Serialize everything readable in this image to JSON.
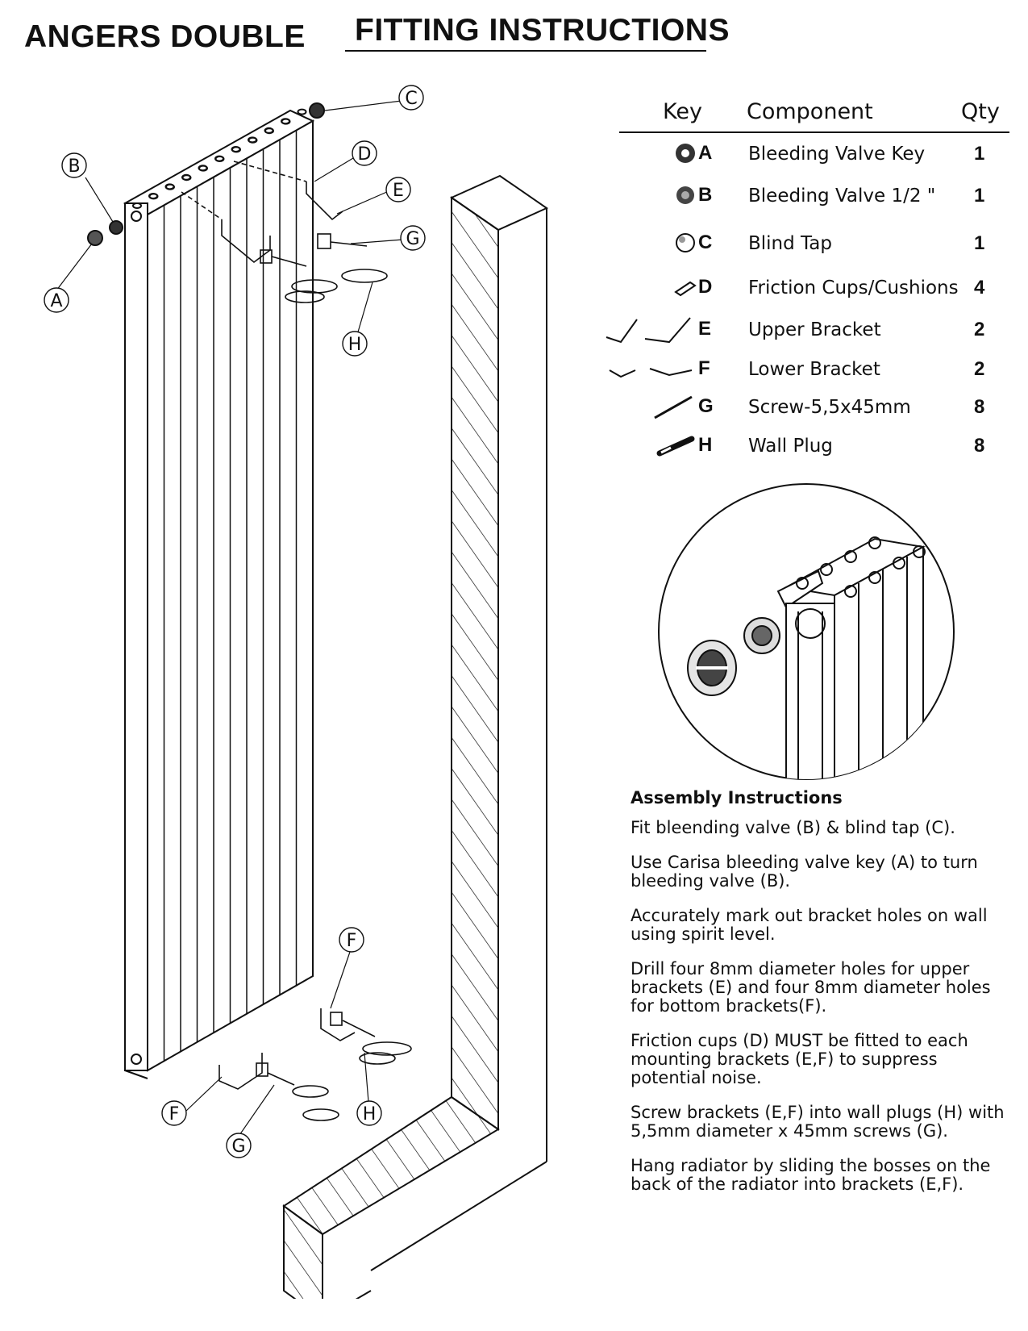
{
  "header": {
    "product": "ANGERS DOUBLE",
    "title": "FITTING INSTRUCTIONS"
  },
  "callouts": [
    "A",
    "B",
    "C",
    "D",
    "E",
    "F",
    "G",
    "H"
  ],
  "table": {
    "col_key": "Key",
    "col_component": "Component",
    "col_qty": "Qty",
    "rows": [
      {
        "key": "A",
        "component": "Bleeding Valve Key",
        "qty": "1",
        "icon": "valve-key-icon"
      },
      {
        "key": "B",
        "component": "Bleeding Valve 1/2 \"",
        "qty": "1",
        "icon": "bleeding-valve-icon"
      },
      {
        "key": "C",
        "component": "Blind Tap",
        "qty": "1",
        "icon": "blind-tap-icon"
      },
      {
        "key": "D",
        "component": "Friction Cups/Cushions",
        "qty": "4",
        "icon": "friction-cup-icon"
      },
      {
        "key": "E",
        "component": "Upper Bracket",
        "qty": "2",
        "icon": "upper-bracket-icon"
      },
      {
        "key": "F",
        "component": "Lower Bracket",
        "qty": "2",
        "icon": "lower-bracket-icon"
      },
      {
        "key": "G",
        "component": "Screw-5,5x45mm",
        "qty": "8",
        "icon": "screw-icon"
      },
      {
        "key": "H",
        "component": "Wall Plug",
        "qty": "8",
        "icon": "wall-plug-icon"
      }
    ]
  },
  "assembly": {
    "title": "Assembly Instructions",
    "steps": [
      "Fit bleending valve (B) & blind tap (C).",
      "Use Carisa bleeding valve key (A) to turn bleeding valve (B).",
      "Accurately mark out bracket holes on wall using spirit level.",
      "Drill four 8mm diameter holes for upper brackets (E) and four 8mm diameter holes for bottom brackets(F).",
      "Friction cups (D) MUST be fitted to each mounting brackets (E,F) to suppress potential noise.",
      "Screw brackets (E,F) into wall plugs (H) with 5,5mm diameter x 45mm screws (G).",
      "Hang radiator by sliding the bosses on the back of the radiator into brackets (E,F)."
    ]
  }
}
